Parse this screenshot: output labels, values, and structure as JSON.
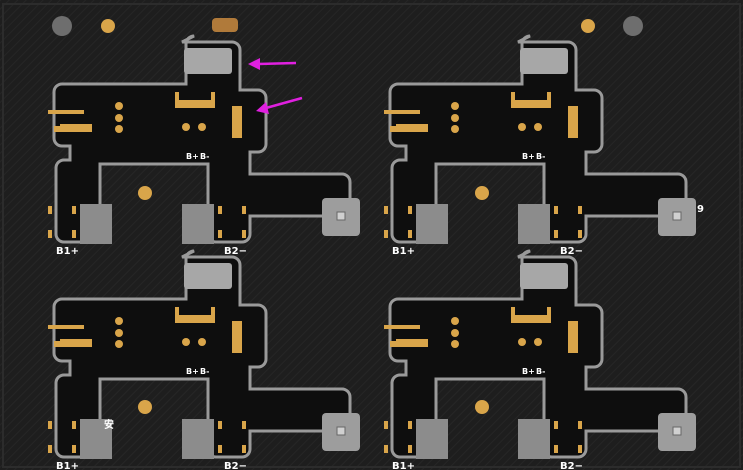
{
  "image": {
    "subject": "PCB panel (4 identical flex-rigid boards)",
    "colors": {
      "substrate": "#181818",
      "outline": "#9a9a9a",
      "pad_gold": "#d9a54a",
      "stiffener": "#a7a7a7",
      "annotation_arrow": "#e020e0",
      "silkscreen": "#ffffff"
    }
  },
  "boards": [
    {
      "id": "top-left",
      "b1_label": "B1+",
      "b2_label": "B2−"
    },
    {
      "id": "top-right",
      "b1_label": "B1+",
      "b2_label": "B2−"
    },
    {
      "id": "bottom-left",
      "b1_label": "B1+",
      "b2_label": "B2−"
    },
    {
      "id": "bottom-right",
      "b1_label": "B1+",
      "b2_label": "B2−"
    }
  ],
  "pads": {
    "b_plus": "B+",
    "b_minus": "B-"
  },
  "side_marks": {
    "left_1": "安",
    "right_1": "9"
  }
}
